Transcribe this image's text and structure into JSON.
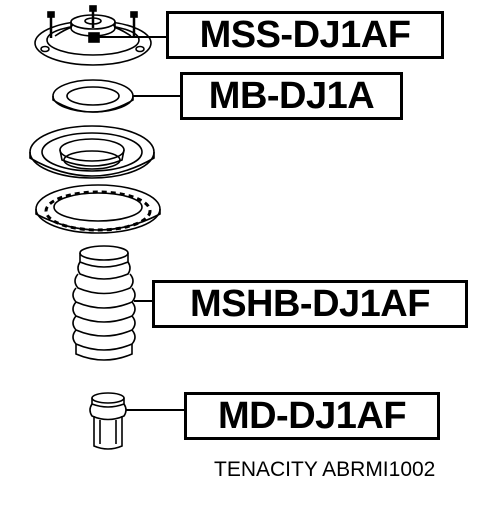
{
  "parts": [
    {
      "code": "MSS-DJ1AF",
      "part": "strut-mount"
    },
    {
      "code": "MB-DJ1A",
      "part": "bearing"
    },
    {
      "code": "MSHB-DJ1AF",
      "part": "dust-boot"
    },
    {
      "code": "MD-DJ1AF",
      "part": "bump-stop"
    }
  ],
  "caption": "TENACITY ABRMI1002",
  "colors": {
    "line": "#000000",
    "background": "#ffffff"
  }
}
